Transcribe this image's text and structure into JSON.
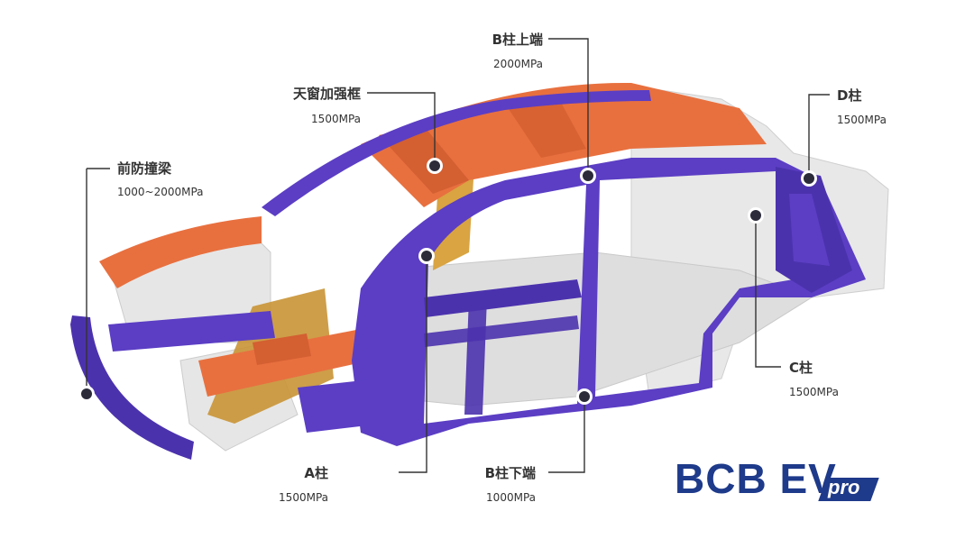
{
  "colors": {
    "purple": "#5b3ec4",
    "orange": "#e8703f",
    "gold": "#d9a441",
    "gray": "#e6e6e6",
    "brand": "#1e3a8a"
  },
  "labels": {
    "front_bumper": {
      "name": "前防撞梁",
      "value": "1000~2000MPa"
    },
    "sunroof": {
      "name": "天窗加强框",
      "value": "1500MPa"
    },
    "b_upper": {
      "name": "B柱上端",
      "value": "2000MPa"
    },
    "d_pillar": {
      "name": "D柱",
      "value": "1500MPa"
    },
    "c_pillar": {
      "name": "C柱",
      "value": "1500MPa"
    },
    "a_pillar": {
      "name": "A柱",
      "value": "1500MPa"
    },
    "b_lower": {
      "name": "B柱下端",
      "value": "1000MPa"
    }
  },
  "logo": {
    "main": "BCB EV",
    "sub": "pro"
  }
}
